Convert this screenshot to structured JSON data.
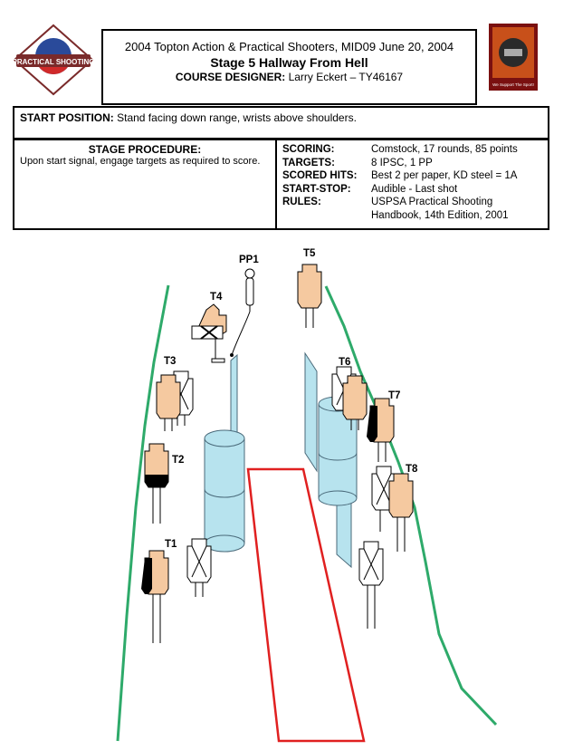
{
  "header": {
    "line1": "2004 Topton Action & Practical Shooters, MID09   June 20, 2004",
    "line2": "Stage 5   Hallway From Hell",
    "designer_label": "COURSE DESIGNER:",
    "designer_value": " Larry Eckert – TY46167"
  },
  "logo_left": {
    "text": "PRACTICAL SHOOTING"
  },
  "logo_right": {
    "text": "We Support The Sport!"
  },
  "start_position": {
    "label": "START POSITION:",
    "value": " Stand facing down range, wrists above shoulders."
  },
  "procedure": {
    "title": "STAGE PROCEDURE:",
    "text": "Upon start signal, engage targets as required to score."
  },
  "info": [
    {
      "label": "SCORING:",
      "value": "Comstock, 17 rounds, 85 points"
    },
    {
      "label": "TARGETS:",
      "value": "8 IPSC, 1 PP"
    },
    {
      "label": "SCORED HITS:",
      "value": "Best 2 per paper, KD steel = 1A"
    },
    {
      "label": "START-STOP:",
      "value": "Audible - Last shot"
    },
    {
      "label": "RULES:",
      "value": "USPSA Practical Shooting"
    },
    {
      "label": "",
      "value": " Handbook, 14th Edition, 2001"
    }
  ],
  "diagram_labels": {
    "pp1": "PP1",
    "t1": "T1",
    "t2": "T2",
    "t3": "T3",
    "t4": "T4",
    "t5": "T5",
    "t6": "T6",
    "t7": "T7",
    "t8": "T8"
  },
  "colors": {
    "target_tan": "#f5c9a0",
    "barrel": "#b7e3ee",
    "wall": "#2eaa6a",
    "fault": "#e02020"
  }
}
